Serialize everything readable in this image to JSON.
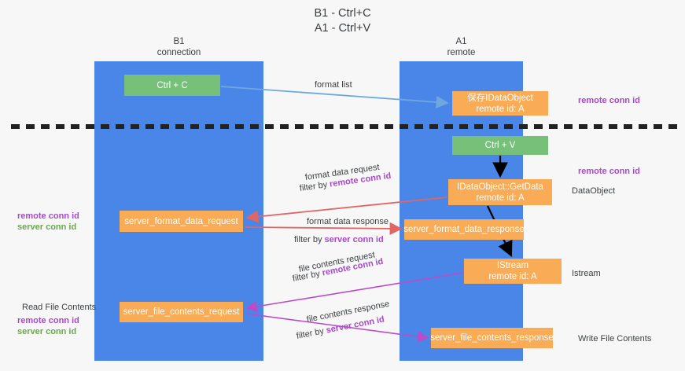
{
  "diagram": {
    "title": "B1 - Ctrl+C\nA1 - Ctrl+V",
    "colors": {
      "lane": "#4a86e8",
      "node_green": "#76c07a",
      "node_orange": "#f9ab55",
      "accent_purple": "#a64ac9",
      "accent_green": "#6aa84f",
      "arrow_blue": "#6fa8dc",
      "arrow_red": "#e06666",
      "arrow_black": "#000000",
      "arrow_magenta": "#bb4bc9",
      "background": "#f7f7f7"
    },
    "lanes": [
      {
        "id": "b1",
        "title": "B1",
        "subtitle": "connection"
      },
      {
        "id": "a1",
        "title": "A1",
        "subtitle": "remote"
      }
    ],
    "nodes": {
      "ctrl_c": {
        "line1": "Ctrl + C",
        "line2": ""
      },
      "save_idataobject": {
        "line1": "保存IDataObject",
        "line2": "remote id: A"
      },
      "ctrl_v": {
        "line1": "Ctrl + V",
        "line2": ""
      },
      "getdata": {
        "line1": "IDataObject::GetData",
        "line2": "remote id: A"
      },
      "server_format_data_request": {
        "line1": "server_format_data_request",
        "line2": ""
      },
      "server_format_data_response": {
        "line1": "server_format_data_response",
        "line2": ""
      },
      "istream": {
        "line1": "IStream",
        "line2": "remote id: A"
      },
      "server_file_contents_request": {
        "line1": "server_file_contents_request",
        "line2": ""
      },
      "server_file_contents_response": {
        "line1": "server_file_contents_response",
        "line2": ""
      }
    },
    "edge_labels": {
      "format_list": "format list",
      "format_data_request": "format data request",
      "format_data_request_filter_prefix": "filter by ",
      "format_data_request_filter_key": "remote conn id",
      "format_data_response": "format data response",
      "format_data_response_filter_prefix": "filter by ",
      "format_data_response_filter_key": "server conn id",
      "file_contents_request": "file contents request",
      "file_contents_request_filter_prefix": "filter by ",
      "file_contents_request_filter_key": "remote conn id",
      "file_contents_response": "file contents response",
      "file_contents_response_filter_prefix": "filter by ",
      "file_contents_response_filter_key": "server conn id"
    },
    "annotations": {
      "remote_conn_id_top": "remote conn id",
      "remote_conn_id_mid": "remote conn id",
      "dataobject": "DataObject",
      "istream": "Istream",
      "write_file_contents": "Write File Contents",
      "read_file_contents": "Read File Contents",
      "left_remote_conn_id_1": "remote conn id",
      "left_server_conn_id_1": "server conn id",
      "left_remote_conn_id_2": "remote conn id",
      "left_server_conn_id_2": "server conn id"
    }
  }
}
